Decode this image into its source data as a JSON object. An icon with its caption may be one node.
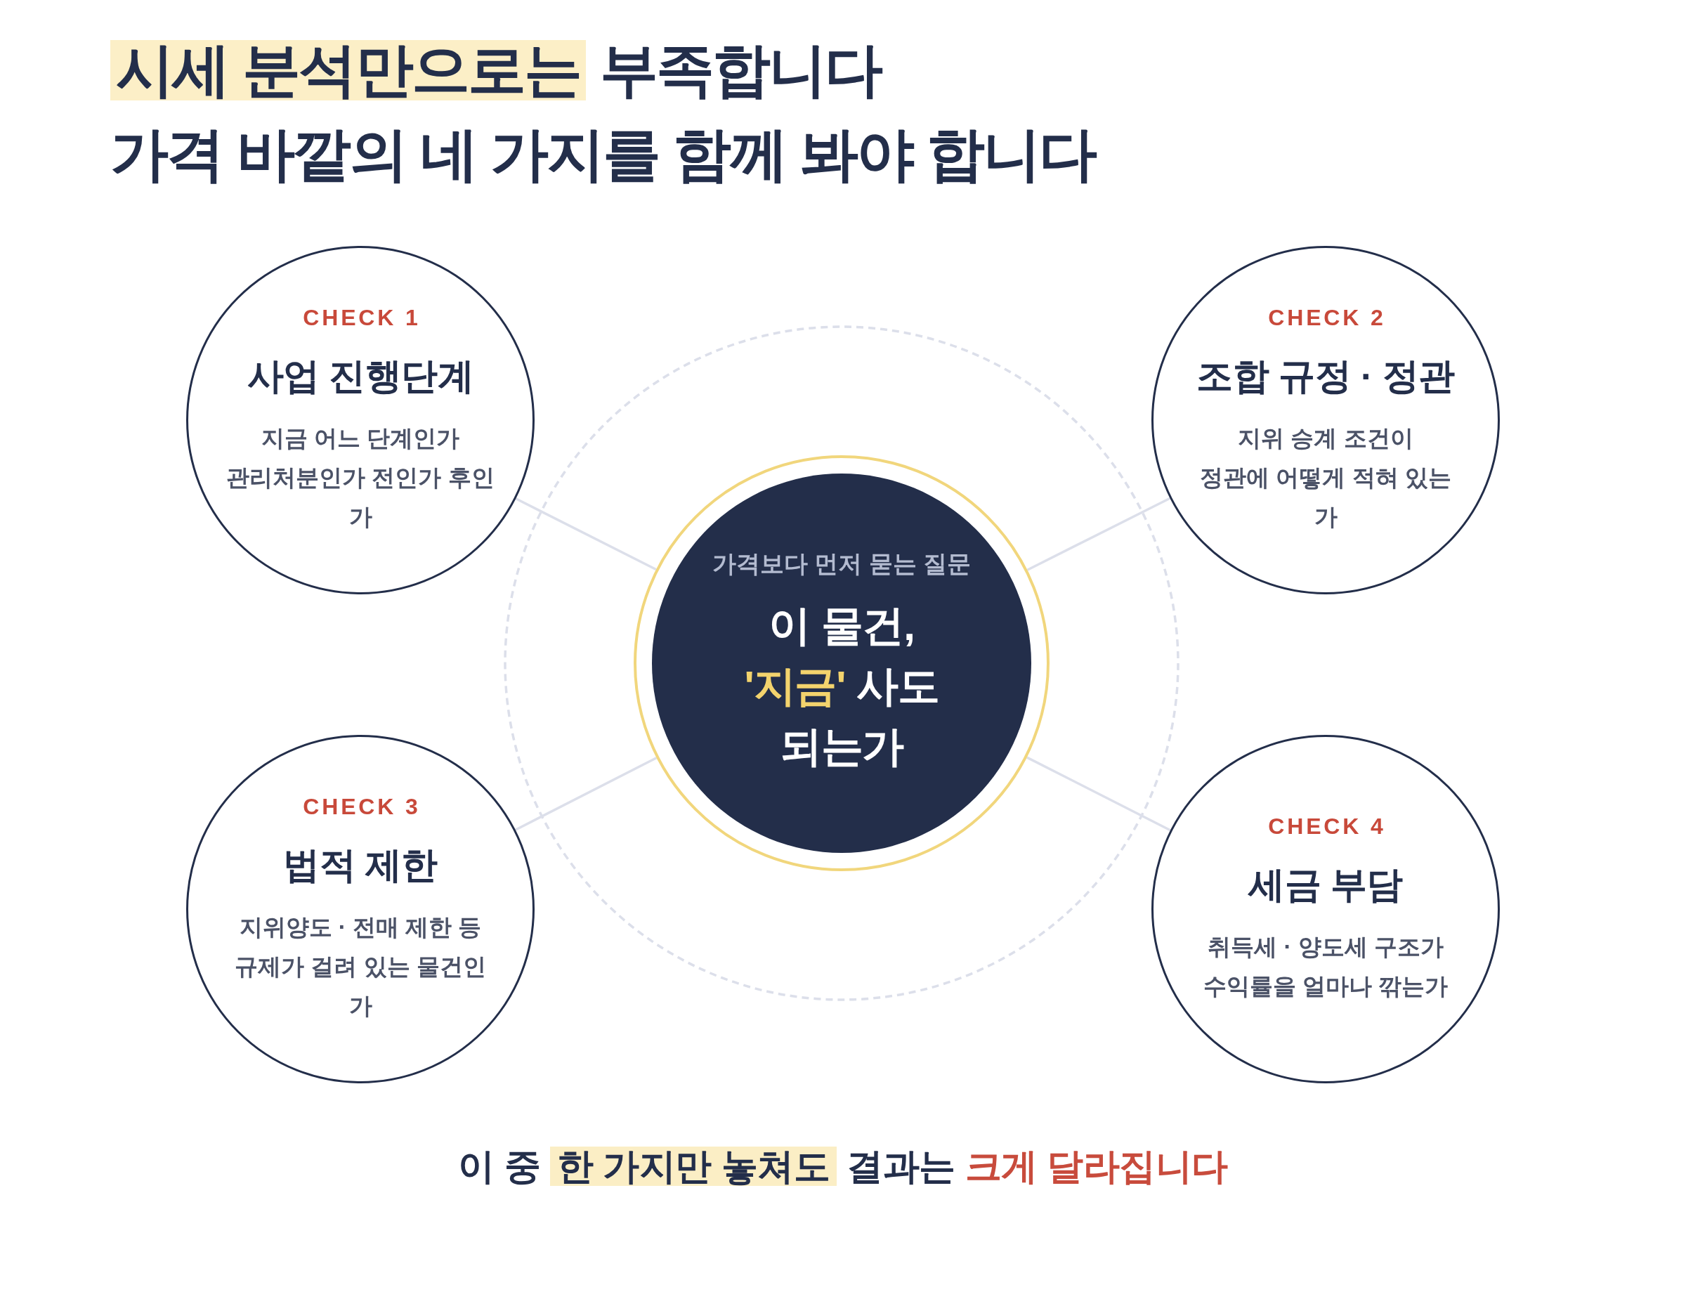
{
  "diagram": {
    "title": "시세 분석만으로는 부족합니다 가격 바깥의 네 가지를 함께 봐야 합니다",
    "caption": "이 중 한 가지만 놓쳐도 결과는 크게 달라집니다",
    "nodes": [
      {
        "text": [
          "CHECK 1",
          "사업 진행단계",
          "지금 어느 단계인가 관리처분인가 전인가 후인가"
        ]
      },
      {
        "text": [
          "CHECK 2",
          "조합 규정 · 정관",
          "지위 승계 조건이 정관에 어떻게 적혀 있는가"
        ]
      },
      {
        "text": [
          "가격보다 먼저 묻는 질문",
          "이 물건, '지금' 사도 되는가"
        ]
      },
      {
        "text": [
          "CHECK 3",
          "법적 제한",
          "지위양도 · 전매 제한 등 규제가 걸려 있는 물건인가"
        ]
      },
      {
        "text": [
          "CHECK 4",
          "세금 부담",
          "취득세 · 양도세 구조가 수익률을 얼마나 깎는가"
        ]
      }
    ],
    "edges": [
      {
        "from": 2,
        "to": 0,
        "arrow": "none"
      },
      {
        "from": 2,
        "to": 1,
        "arrow": "none"
      },
      {
        "from": 2,
        "to": 3,
        "arrow": "none"
      },
      {
        "from": 2,
        "to": 4,
        "arrow": "none"
      }
    ]
  }
}
